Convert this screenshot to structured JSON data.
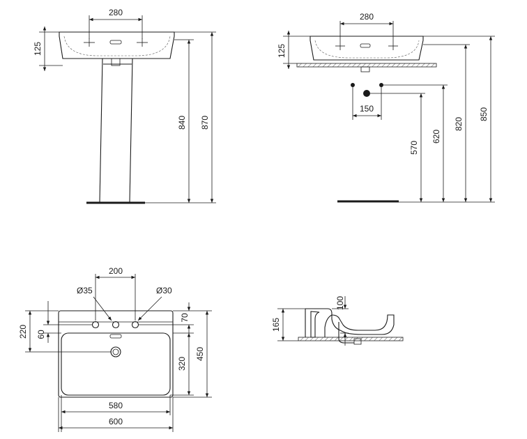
{
  "drawing": {
    "pedestal_front": {
      "tap_spacing": "280",
      "basin_height": "125",
      "rim_height_a": "840",
      "rim_height_b": "870"
    },
    "wall_hung_front": {
      "tap_spacing": "280",
      "basin_height": "125",
      "waste_offset": "150",
      "height_a": "570",
      "height_b": "620",
      "height_c": "820",
      "height_d": "850"
    },
    "top_view": {
      "hole_spacing": "200",
      "hole_diameter_left": "Ø35",
      "hole_diameter_right": "Ø30",
      "depth_total_left": "220",
      "tap_ledge_left": "60",
      "tap_ledge_right": "70",
      "bowl_depth": "320",
      "overall_depth": "450",
      "inner_width": "580",
      "overall_width": "600"
    },
    "side_section": {
      "bowl_depth": "100",
      "overall_height": "165"
    }
  }
}
